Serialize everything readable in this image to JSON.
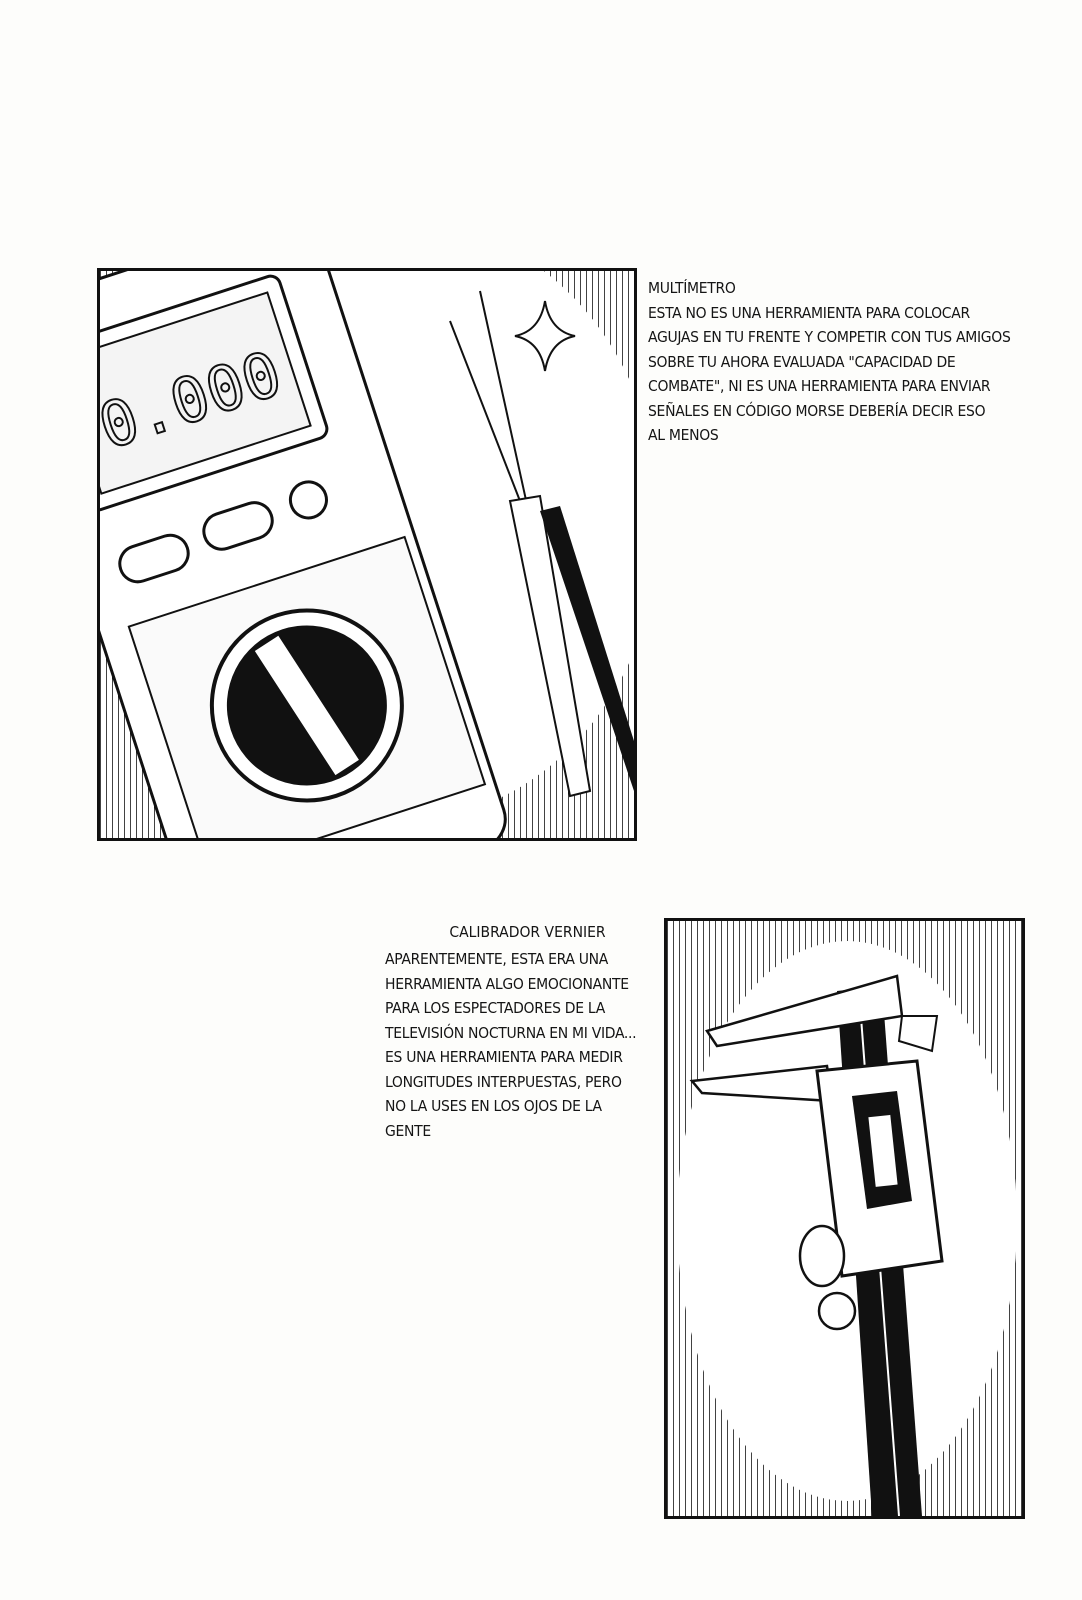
{
  "panels": [
    {
      "title": "MULTÍMETRO",
      "lines": [
        "ESTA NO ES UNA HERRAMIENTA PARA COLOCAR",
        "AGUJAS EN TU FRENTE Y COMPETIR CON TUS AMIGOS",
        "SOBRE TU AHORA EVALUADA \"CAPACIDAD DE",
        "COMBATE\", NI ES UNA HERRAMIENTA PARA ENVIAR",
        "SEÑALES EN CÓDIGO MORSE DEBERÍA DECIR ESO",
        "AL MENOS"
      ],
      "illustration": "multimeter",
      "display_reading": "0.000"
    },
    {
      "title": "CALIBRADOR VERNIER",
      "lines": [
        "APARENTEMENTE, ESTA ERA UNA",
        "HERRAMIENTA ALGO EMOCIONANTE",
        "PARA LOS ESPECTADORES DE LA",
        "TELEVISIÓN NOCTURNA EN MI VIDA...",
        "ES UNA HERRAMIENTA PARA MEDIR",
        "LONGITUDES INTERPUESTAS, PERO",
        "NO LA USES EN LOS OJOS DE LA",
        "GENTE"
      ],
      "illustration": "vernier-caliper"
    }
  ]
}
